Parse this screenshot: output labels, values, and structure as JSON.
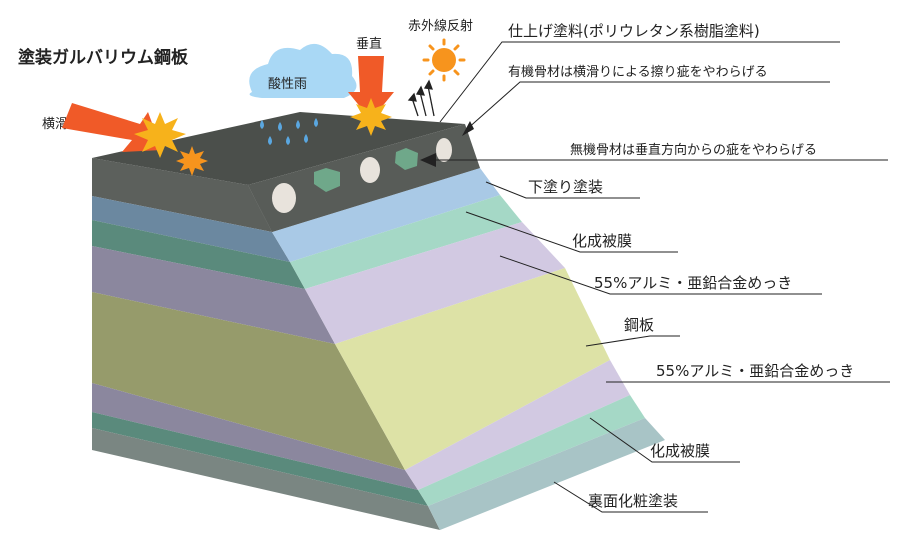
{
  "title": "塗装ガルバリウム鋼板",
  "forces": {
    "horizontal_slide": "横滑り",
    "acid_rain": "酸性雨",
    "vertical": "垂直",
    "infrared": "赤外線反射"
  },
  "labels": {
    "finish_paint": "仕上げ塗料(ポリウレタン系樹脂塗料)",
    "organic_aggregate": "有機骨材は横滑りによる擦り疵をやわらげる",
    "inorganic_aggregate": "無機骨材は垂直方向からの疵をやわらげる",
    "primer": "下塗り塗装",
    "conversion_film_top": "化成被膜",
    "plating_top": "55%アルミ・亜鉛合金めっき",
    "steel": "鋼板",
    "plating_bottom": "55%アルミ・亜鉛合金めっき",
    "conversion_film_bottom": "化成被膜",
    "back_coat": "裏面化粧塗装"
  },
  "colors": {
    "top_coat": "#5b5f5b",
    "top_coat_side": "#6a6e6a",
    "primer": "#a9c9e6",
    "primer_side": "#6f8ca3",
    "conversion": "#a5d8c6",
    "conversion_side": "#5e8f80",
    "plating": "#d2c9e2",
    "plating_side": "#8e8aa3",
    "steel": "#dde2a6",
    "steel_side": "#989d6d",
    "back": "#a8c4c6",
    "back_side": "#7d8a86",
    "raindrop": "#5aa7e0",
    "cloud": "#a9d8f5",
    "arrow_red": "#f05a28",
    "sun": "#f7941d"
  }
}
